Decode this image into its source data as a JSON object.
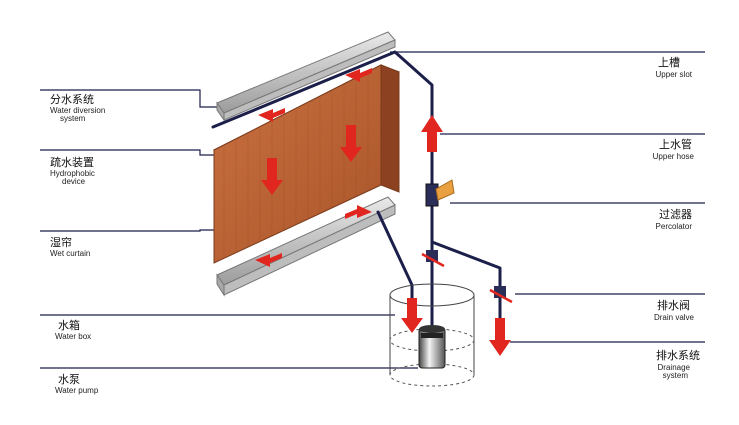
{
  "labels_left": [
    {
      "cn": "分水系统",
      "en": [
        "Water diversion",
        "system"
      ]
    },
    {
      "cn": "疏水装置",
      "en": [
        "Hydrophobic",
        "device"
      ]
    },
    {
      "cn": "湿帘",
      "en": [
        "Wet curtain"
      ]
    },
    {
      "cn": "水箱",
      "en": [
        "Water box"
      ]
    },
    {
      "cn": "水泵",
      "en": [
        "Water pump"
      ]
    }
  ],
  "labels_right": [
    {
      "cn": "上槽",
      "en": [
        "Upper slot"
      ]
    },
    {
      "cn": "上水管",
      "en": [
        "Upper hose"
      ]
    },
    {
      "cn": "过滤器",
      "en": [
        "Percolator"
      ]
    },
    {
      "cn": "排水阀",
      "en": [
        "Drain valve"
      ]
    },
    {
      "cn": "排水系统",
      "en": [
        "Drainage",
        "system"
      ]
    }
  ],
  "colors": {
    "curtain": "#b8612f",
    "curtain_dark": "#8c4220",
    "pipe": "#1c1f4a",
    "arrow": "#e0261e",
    "filter": "#e8a040",
    "trough": "#c9c9c9"
  }
}
